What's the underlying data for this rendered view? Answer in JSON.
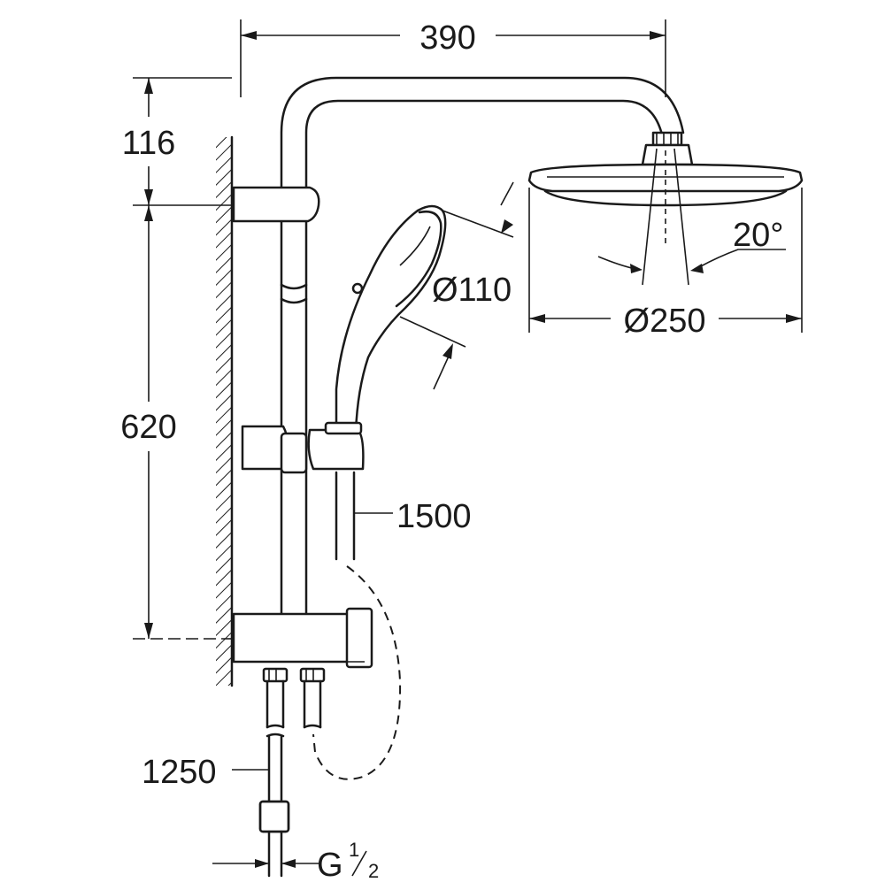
{
  "dimensions": {
    "width_390": "390",
    "height_116": "116",
    "height_620": "620",
    "hand_shower_diameter": "Ø110",
    "head_shower_diameter": "Ø250",
    "tilt_angle": "20°",
    "hose_length_hand": "1500",
    "hose_length_supply": "1250",
    "thread_prefix": "G",
    "thread_numerator": "1",
    "thread_denominator": "2"
  }
}
